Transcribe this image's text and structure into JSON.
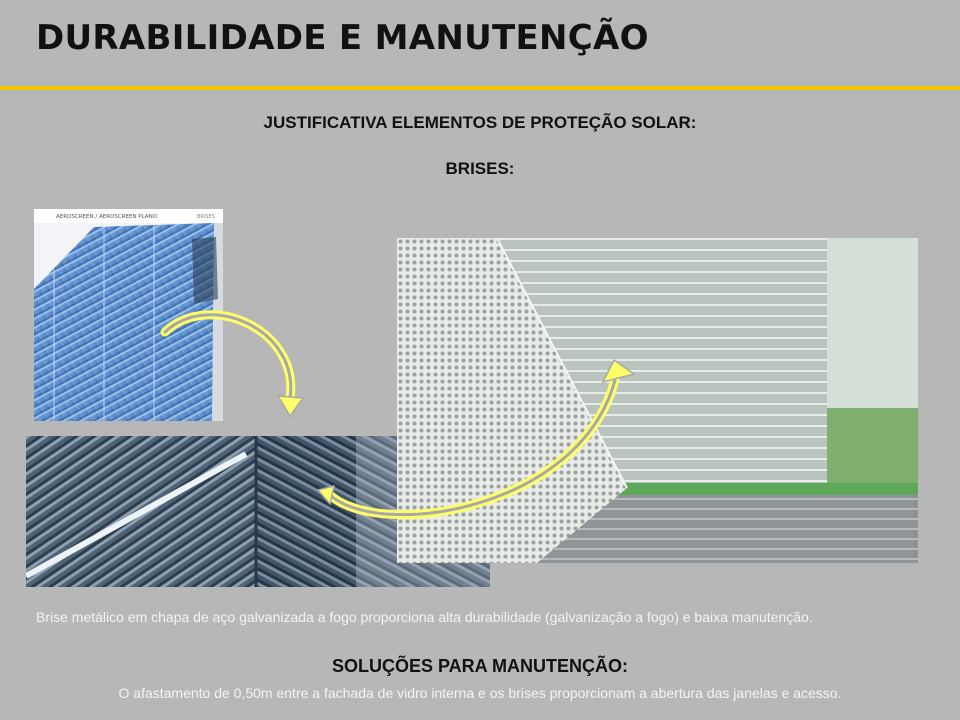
{
  "slide": {
    "title": "DURABILIDADE E MANUTENÇÃO",
    "subtitle": "JUSTIFICATIVA ELEMENTOS DE PROTEÇÃO SOLAR:",
    "subtitle2": "BRISES:",
    "description": "Brise metálico em chapa de aço galvanizada a fogo proporciona alta durabilidade (galvanização a fogo)  e baixa manutenção.",
    "section_title": "SOLUÇÕES PARA MANUTENÇÃO:",
    "section_text": "O afastamento de 0,50m entre  a fachada de vidro interna e  os brises  proporcionam a abertura das janelas  e acesso."
  },
  "images": {
    "photo1": {
      "header_text": "AEROSCREEN / AEROSCREEN PLANO",
      "header_right": "BRISES"
    }
  },
  "colors": {
    "background": "#b7b7b7",
    "accent_rule": "#f2c500",
    "arrow": "#ffff66"
  },
  "icons": {
    "arrow_1": "curved-arrow-icon",
    "arrow_2": "curved-arrow-icon"
  }
}
